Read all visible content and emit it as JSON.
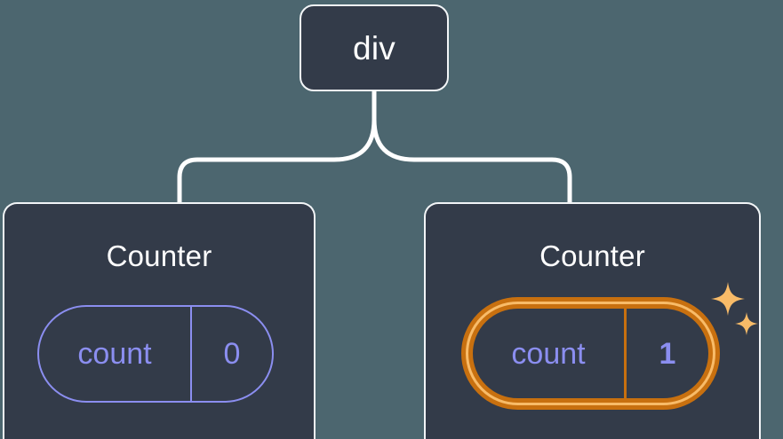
{
  "diagram": {
    "type": "component-tree",
    "title": "React component tree with state",
    "background_color": "#4c666f",
    "node_fill_color": "#333b49",
    "node_border_color": "#f2f5f7",
    "connector_color": "#ffffff",
    "state_color": "#8b8ef0",
    "highlight_color": "#f8bb68",
    "highlight_outline_color": "#c8700f"
  },
  "root": {
    "label": "div"
  },
  "children": [
    {
      "id": "counter-left",
      "title": "Counter",
      "highlighted": false,
      "state": {
        "key": "count",
        "value": "0"
      }
    },
    {
      "id": "counter-right",
      "title": "Counter",
      "highlighted": true,
      "state": {
        "key": "count",
        "value": "1"
      },
      "decoration": "sparkles"
    }
  ]
}
